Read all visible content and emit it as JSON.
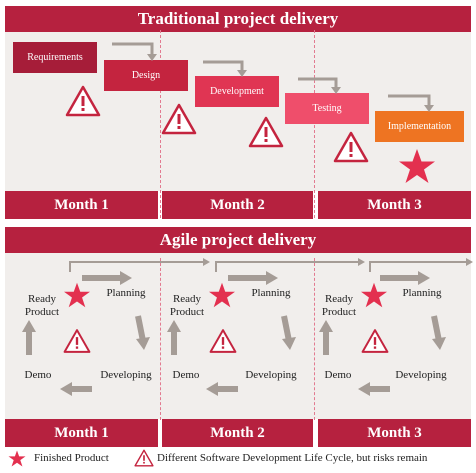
{
  "traditional": {
    "title": "Traditional project delivery",
    "stages": [
      {
        "label": "Requirements",
        "color": "#a61d39"
      },
      {
        "label": "Design",
        "color": "#c4243f"
      },
      {
        "label": "Development",
        "color": "#e03553"
      },
      {
        "label": "Testing",
        "color": "#ef4e6b"
      },
      {
        "label": "Implementation",
        "color": "#ee7422"
      }
    ],
    "months": [
      "Month 1",
      "Month 2",
      "Month 3"
    ]
  },
  "agile": {
    "title": "Agile project delivery",
    "cycles": [
      {
        "ready": "Ready\nProduct",
        "planning": "Planning",
        "demo": "Demo",
        "developing": "Developing"
      },
      {
        "ready": "Ready\nProduct",
        "planning": "Planning",
        "demo": "Demo",
        "developing": "Developing"
      },
      {
        "ready": "Ready\nProduct",
        "planning": "Planning",
        "demo": "Demo",
        "developing": "Developing"
      }
    ],
    "months": [
      "Month 1",
      "Month 2",
      "Month 3"
    ]
  },
  "legend": {
    "finished": "Finished Product",
    "risk": "Different Software Development Life Cycle, but risks remain"
  },
  "colors": {
    "brand": "#b6213f",
    "star": "#e3304f",
    "arrow": "#a59c96",
    "panel": "#f1eeec"
  }
}
